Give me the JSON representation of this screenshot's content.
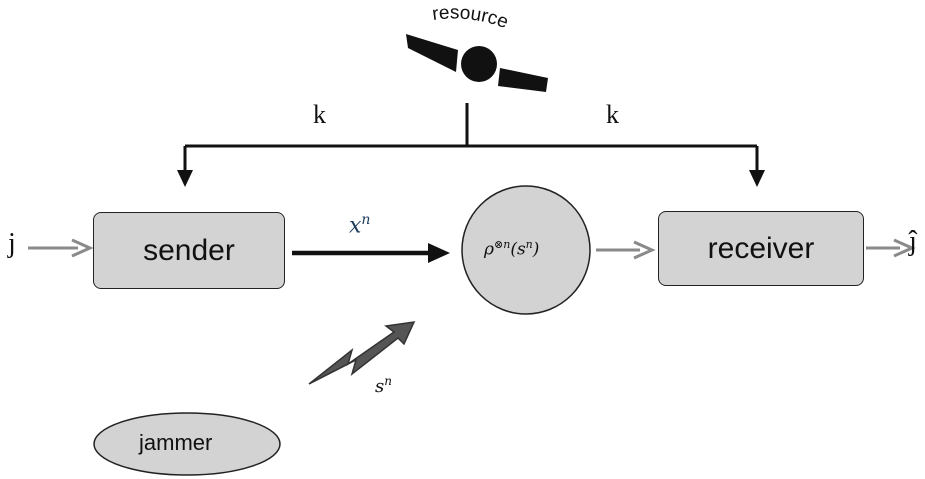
{
  "diagram": {
    "resource_label": "resource",
    "key_left": "k",
    "key_right": "k",
    "input_label": "j",
    "output_label": "ĵ",
    "sender_label": "sender",
    "receiver_label": "receiver",
    "jammer_label": "jammer",
    "channel_label": "ρ⊗n(sn)",
    "codeword_label": "xn",
    "state_label": "sn",
    "colors": {
      "box_fill": "#d3d3d3",
      "stroke": "#111111",
      "gray_arrow": "#8a8a8a"
    },
    "icons": [
      "satellite-icon",
      "lightning-bolt-icon"
    ]
  }
}
